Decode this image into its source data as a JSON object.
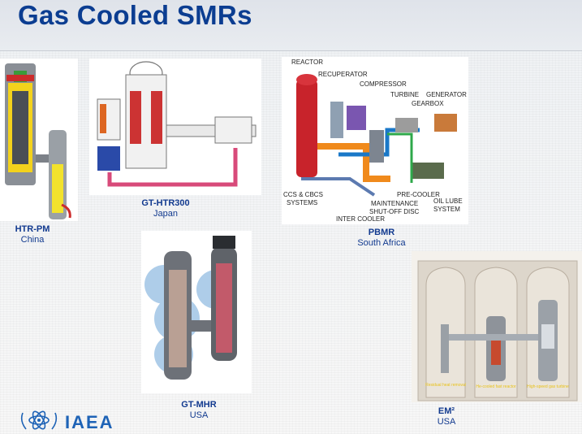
{
  "slide": {
    "title": "Gas Cooled SMRs",
    "brand_color": "#0b3d91"
  },
  "reactors": [
    {
      "name": "HTR-PM",
      "country": "China",
      "icon": "htr-pm-illustration"
    },
    {
      "name": "GT-HTR300",
      "country": "Japan",
      "icon": "gt-htr300-illustration"
    },
    {
      "name": "PBMR",
      "country": "South Africa",
      "icon": "pbmr-illustration"
    },
    {
      "name": "GT-MHR",
      "country": "USA",
      "icon": "gt-mhr-illustration"
    },
    {
      "name": "EM²",
      "country": "USA",
      "icon": "em2-illustration"
    }
  ],
  "pbmr_labels": {
    "reactor": "REACTOR",
    "recuperator": "RECUPERATOR",
    "compressor": "COMPRESSOR",
    "turbine": "TURBINE",
    "generator": "GENERATOR",
    "gearbox": "GEARBOX",
    "ccs_line1": "CCS & CBCS",
    "ccs_line2": "SYSTEMS",
    "pre_cooler": "PRE-COOLER",
    "maintenance_line1": "MAINTENANCE",
    "maintenance_line2": "SHUT-OFF DISC",
    "oil_line1": "OIL LUBE",
    "oil_line2": "SYSTEM",
    "inter_cooler": "INTER COOLER"
  },
  "em2_labels": {
    "left": "Residual heat removal",
    "middle": "He-cooled fast reactor",
    "right": "High-speed gas turbine"
  },
  "footer": {
    "logo_text": "IAEA",
    "logo_icon": "iaea-atom-olive-icon"
  }
}
